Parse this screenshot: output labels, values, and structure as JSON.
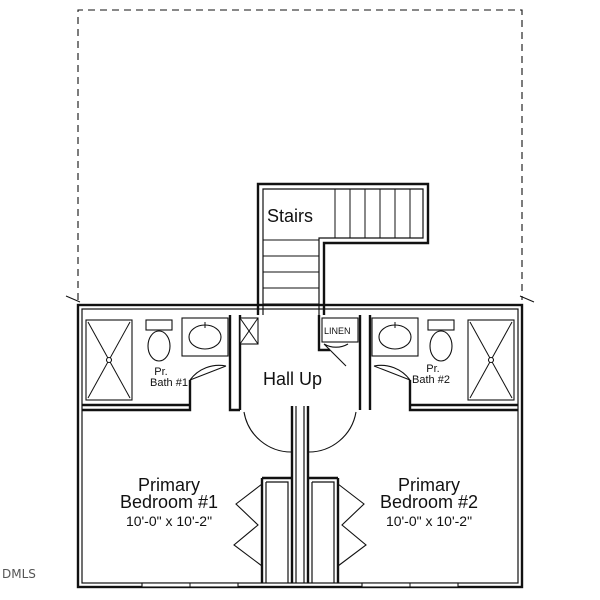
{
  "labels": {
    "stairs": "Stairs",
    "hall": "Hall Up",
    "linen": "LINEN",
    "bath1_line1": "Pr.",
    "bath1_line2": "Bath #1",
    "bath2_line1": "Pr.",
    "bath2_line2": "Bath #2",
    "bed1_line1": "Primary",
    "bed1_line2": "Bedroom #1",
    "bed1_dims": "10'-0\" x 10'-2\"",
    "bed2_line1": "Primary",
    "bed2_line2": "Bedroom #2",
    "bed2_dims": "10'-0\" x 10'-2\""
  },
  "watermark": "DMLS"
}
